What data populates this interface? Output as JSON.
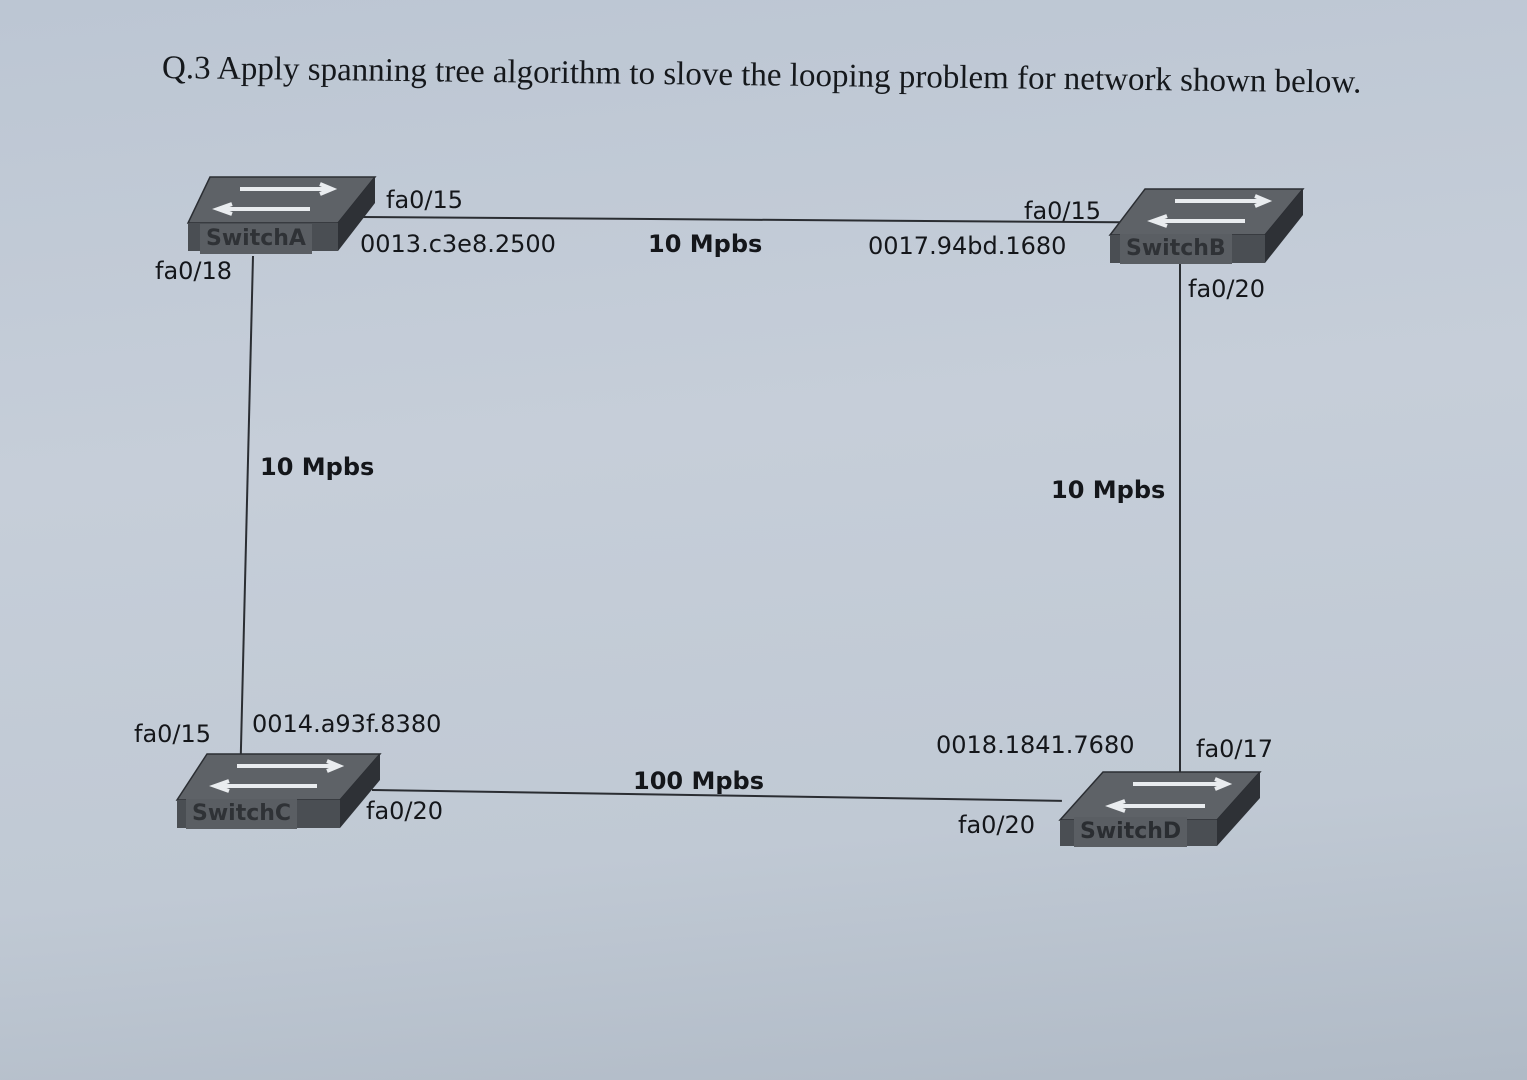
{
  "question": "Q.3 Apply spanning tree algorithm to slove the looping problem for network shown below.",
  "switches": {
    "a": {
      "name": "SwitchA",
      "mac": "0013.c3e8.2500"
    },
    "b": {
      "name": "SwitchB",
      "mac": "0017.94bd.1680"
    },
    "c": {
      "name": "SwitchC",
      "mac": "0014.a93f.8380"
    },
    "d": {
      "name": "SwitchD",
      "mac": "0018.1841.7680"
    }
  },
  "links": {
    "ab": {
      "speed": "10 Mpbs",
      "port_a": "fa0/15",
      "port_b": "fa0/15"
    },
    "ac": {
      "speed": "10 Mpbs",
      "port_a": "fa0/18",
      "port_c": "fa0/15"
    },
    "bd": {
      "speed": "10 Mpbs",
      "port_b": "fa0/20",
      "port_d": "fa0/17"
    },
    "cd": {
      "speed": "100 Mpbs",
      "port_c": "fa0/20",
      "port_d": "fa0/20"
    }
  }
}
